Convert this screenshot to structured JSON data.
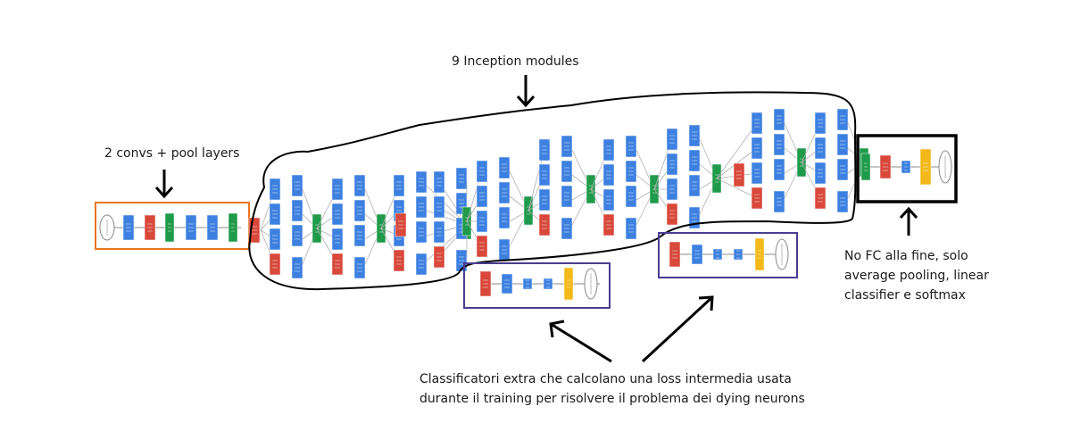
{
  "labels": {
    "inception": "9 Inception modules",
    "convs": "2 convs + pool layers",
    "nofc": [
      "No FC alla fine, solo",
      "average pooling, linear",
      "classifier e softmax"
    ],
    "extra": [
      "Classificatori extra che calcolano una loss intermedia usata",
      "durante il training per risolvere il problema dei dying neurons"
    ]
  },
  "colors": {
    "conv_blue": "#3d80e0",
    "pool_red": "#d8483b",
    "concat_green": "#1f9a4a",
    "softmax_yellow": "#f3b81a",
    "stem_box": "#e87722",
    "aux_box": "#4a3d91",
    "final_box": "#000000",
    "ink": "#000000"
  },
  "icons": [
    "arrow-down-icon",
    "arrow-up-icon",
    "arrow-diagonal-icon"
  ]
}
